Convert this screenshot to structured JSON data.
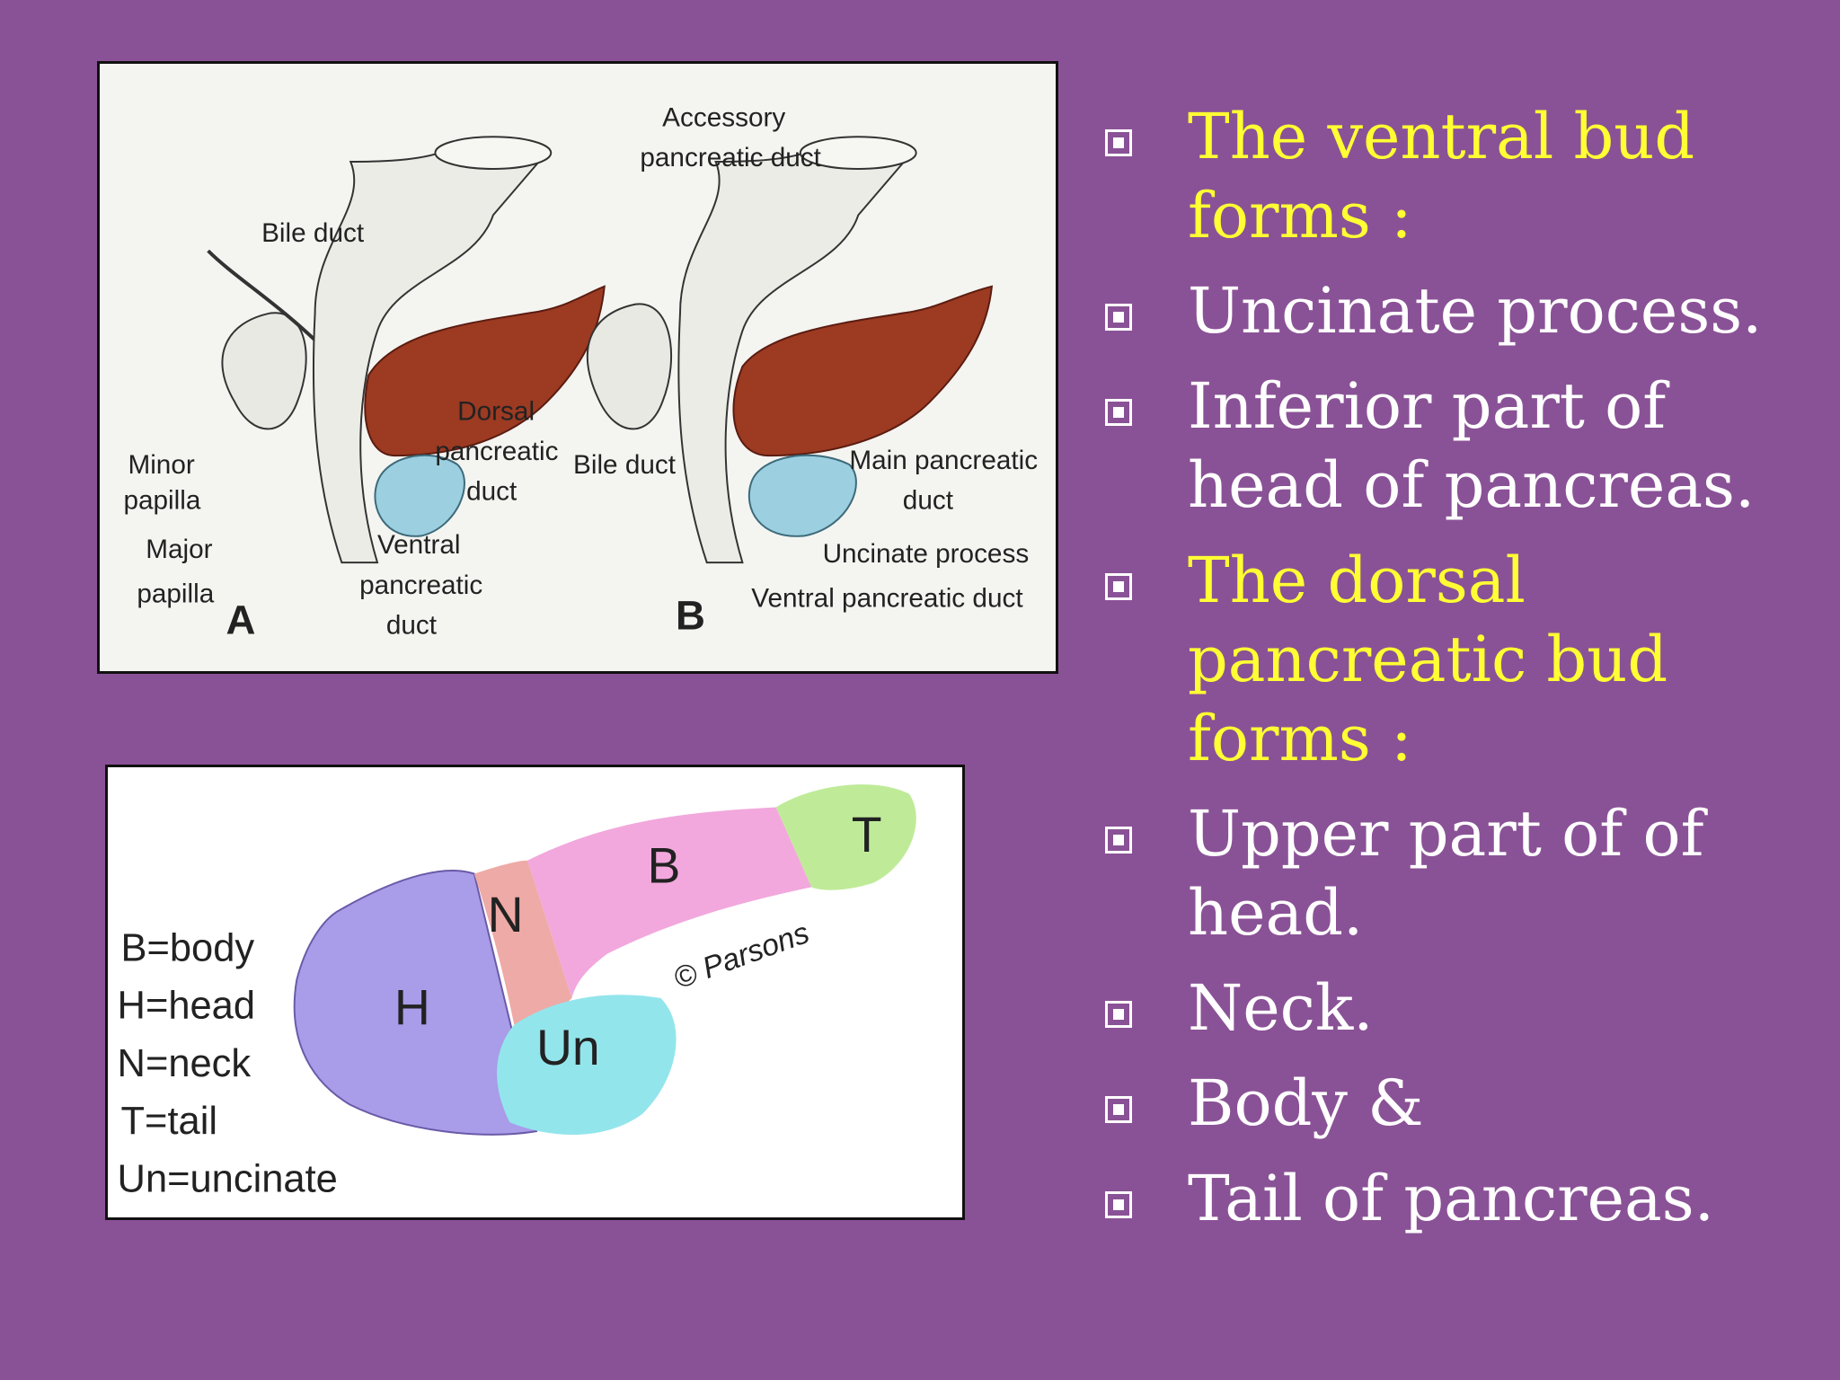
{
  "figure_a": {
    "labels": {
      "bile_duct": "Bile duct",
      "minor_papilla_1": "Minor",
      "minor_papilla_2": "papilla",
      "major_papilla_1": "Major",
      "major_papilla_2": "papilla",
      "dorsal_1": "Dorsal",
      "dorsal_2": "pancreatic",
      "dorsal_3": "duct",
      "ventral_1": "Ventral",
      "ventral_2": "pancreatic",
      "ventral_3": "duct",
      "panel_letter": "A"
    }
  },
  "figure_b": {
    "labels": {
      "accessory_1": "Accessory",
      "accessory_2": "pancreatic duct",
      "bile_duct": "Bile duct",
      "main_1": "Main pancreatic",
      "main_2": "duct",
      "uncinate": "Uncinate process",
      "ventral": "Ventral pancreatic duct",
      "panel_letter": "B"
    }
  },
  "figure_parts": {
    "legend": [
      "B=body",
      "H=head",
      "N=neck",
      "T=tail",
      "Un=uncinate"
    ],
    "regions": {
      "head": "H",
      "neck": "N",
      "body": "B",
      "tail": "T",
      "uncinate": "Un"
    },
    "signature": "© Parsons",
    "colors": {
      "head": "#a99ce8",
      "neck": "#eeaaa6",
      "body": "#f2a8dc",
      "tail": "#bfeb98",
      "uncinate": "#93e5ec",
      "pancreas": "#9c3a22",
      "ventral_bud": "#9ccfe0"
    }
  },
  "bullets": [
    {
      "text": "The ventral bud forms :",
      "highlight": true
    },
    {
      "text": "Uncinate process.",
      "highlight": false
    },
    {
      "text": "Inferior part of head of pancreas.",
      "highlight": false
    },
    {
      "text": "The dorsal pancreatic bud forms :",
      "highlight": true
    },
    {
      "text": "Upper part of of head.",
      "highlight": false
    },
    {
      "text": "Neck.",
      "highlight": false
    },
    {
      "text": "Body &",
      "highlight": false
    },
    {
      "text": "Tail of pancreas.",
      "highlight": false
    }
  ],
  "theme": {
    "background": "#8a5296",
    "highlight_text": "#ffff33",
    "body_text": "#ffffff"
  }
}
